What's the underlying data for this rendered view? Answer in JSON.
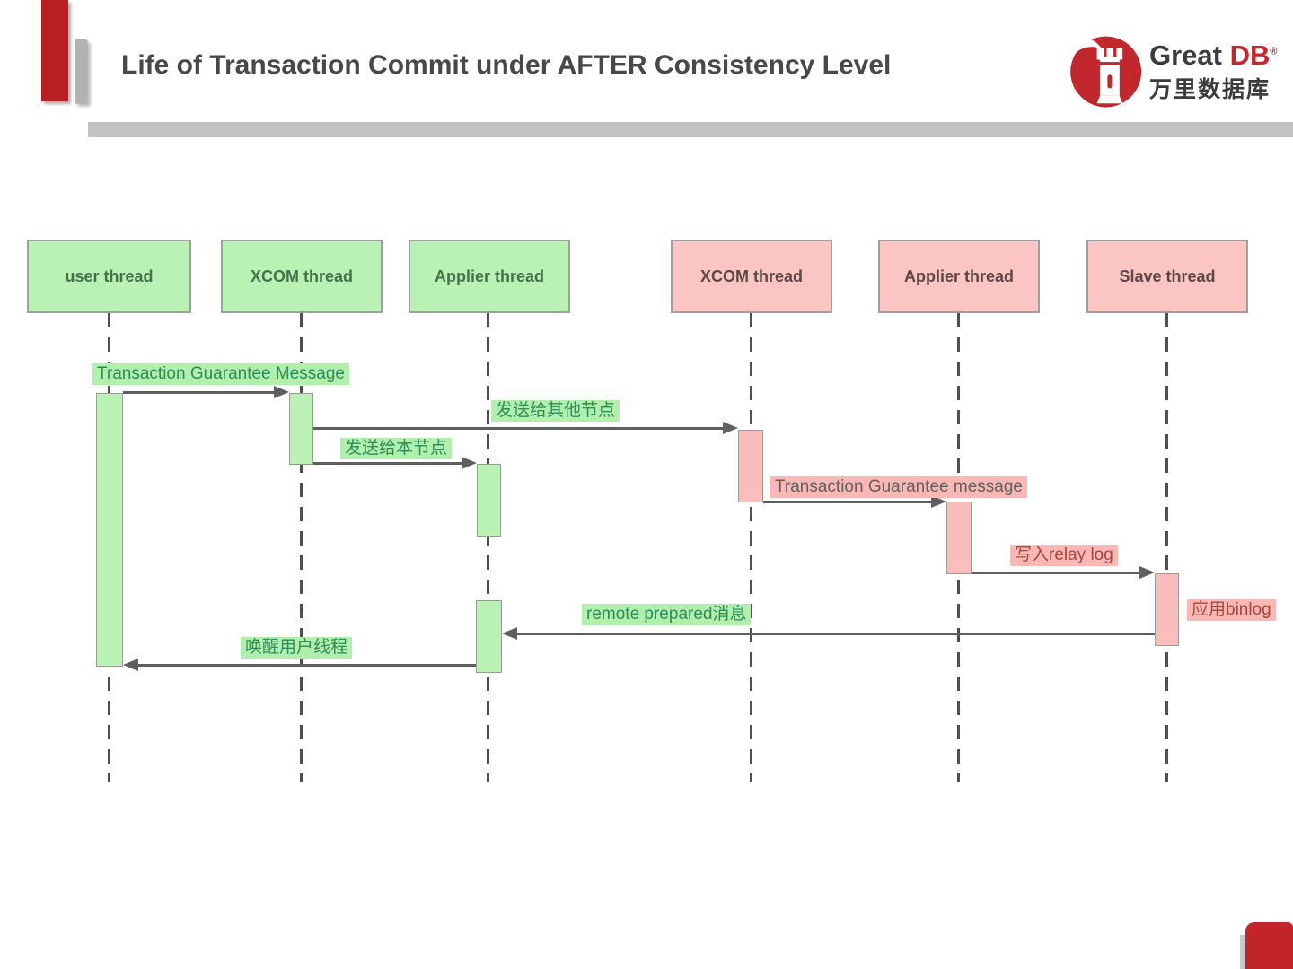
{
  "header": {
    "title": "Life of Transaction Commit under AFTER Consistency Level",
    "logo": {
      "brand_primary": "Great",
      "brand_secondary": "DB",
      "registered": "®",
      "brand_cn": "万里数据库"
    }
  },
  "colors": {
    "accent_red": "#b82025",
    "logo_red": "#c2272d",
    "title_gray": "#484848",
    "rule_gray": "#c2c2c2",
    "green_fill": "#b9f2b4",
    "green_text": "#47714c",
    "pink_fill": "#fbc5c3",
    "pink_text": "#5d4747",
    "green_label_bg": "#b0f0ac",
    "green_label_text": "#2f8b5b",
    "pink_label_bg": "#f9b7b5",
    "pink_label_text_gray": "#63605f",
    "pink_label_text_red": "#a8453f",
    "arrow_gray": "#5f5f5f"
  },
  "diagram": {
    "participants": [
      {
        "label": "user thread",
        "group": "green"
      },
      {
        "label": "XCOM thread",
        "group": "green"
      },
      {
        "label": "Applier thread",
        "group": "green"
      },
      {
        "label": "XCOM thread",
        "group": "pink"
      },
      {
        "label": "Applier thread",
        "group": "pink"
      },
      {
        "label": "Slave thread",
        "group": "pink"
      }
    ],
    "messages": [
      {
        "label": "Transaction Guarantee Message",
        "style": "green",
        "from": "user thread",
        "to": "XCOM thread (local)"
      },
      {
        "label": "发送给其他节点",
        "style": "green",
        "from": "XCOM thread (local)",
        "to": "XCOM thread (remote)"
      },
      {
        "label": "发送给本节点",
        "style": "green",
        "from": "XCOM thread (local)",
        "to": "Applier thread (local)"
      },
      {
        "label": "Transaction Guarantee message",
        "style": "pinkgray",
        "from": "XCOM thread (remote)",
        "to": "Applier thread (remote)"
      },
      {
        "label": "写入relay log",
        "style": "pinkred",
        "from": "Applier thread (remote)",
        "to": "Slave thread"
      },
      {
        "label": "应用binlog",
        "style": "pinkred",
        "from": "Slave thread",
        "to": "Slave thread"
      },
      {
        "label": "remote prepared消息",
        "style": "green",
        "from": "Slave thread",
        "to": "Applier thread (local)"
      },
      {
        "label": "唤醒用户线程",
        "style": "green",
        "from": "Applier thread (local)",
        "to": "user thread"
      }
    ]
  }
}
